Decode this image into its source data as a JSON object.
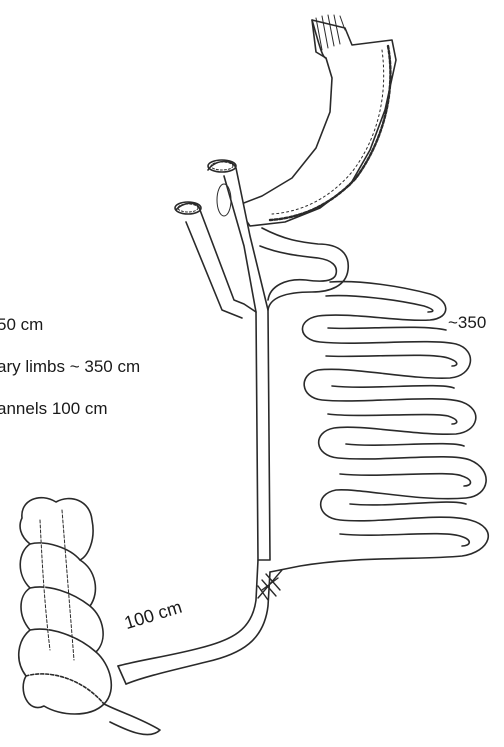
{
  "labels": {
    "common_channel_partial": "50 cm",
    "biliary_limbs_partial": "ary limbs ~ 350 cm",
    "channels_partial": "annels 100 cm",
    "alimentary_partial": "~350",
    "common_channel_100": "100 cm"
  },
  "colors": {
    "stroke": "#2a2a2a",
    "background": "#ffffff"
  }
}
